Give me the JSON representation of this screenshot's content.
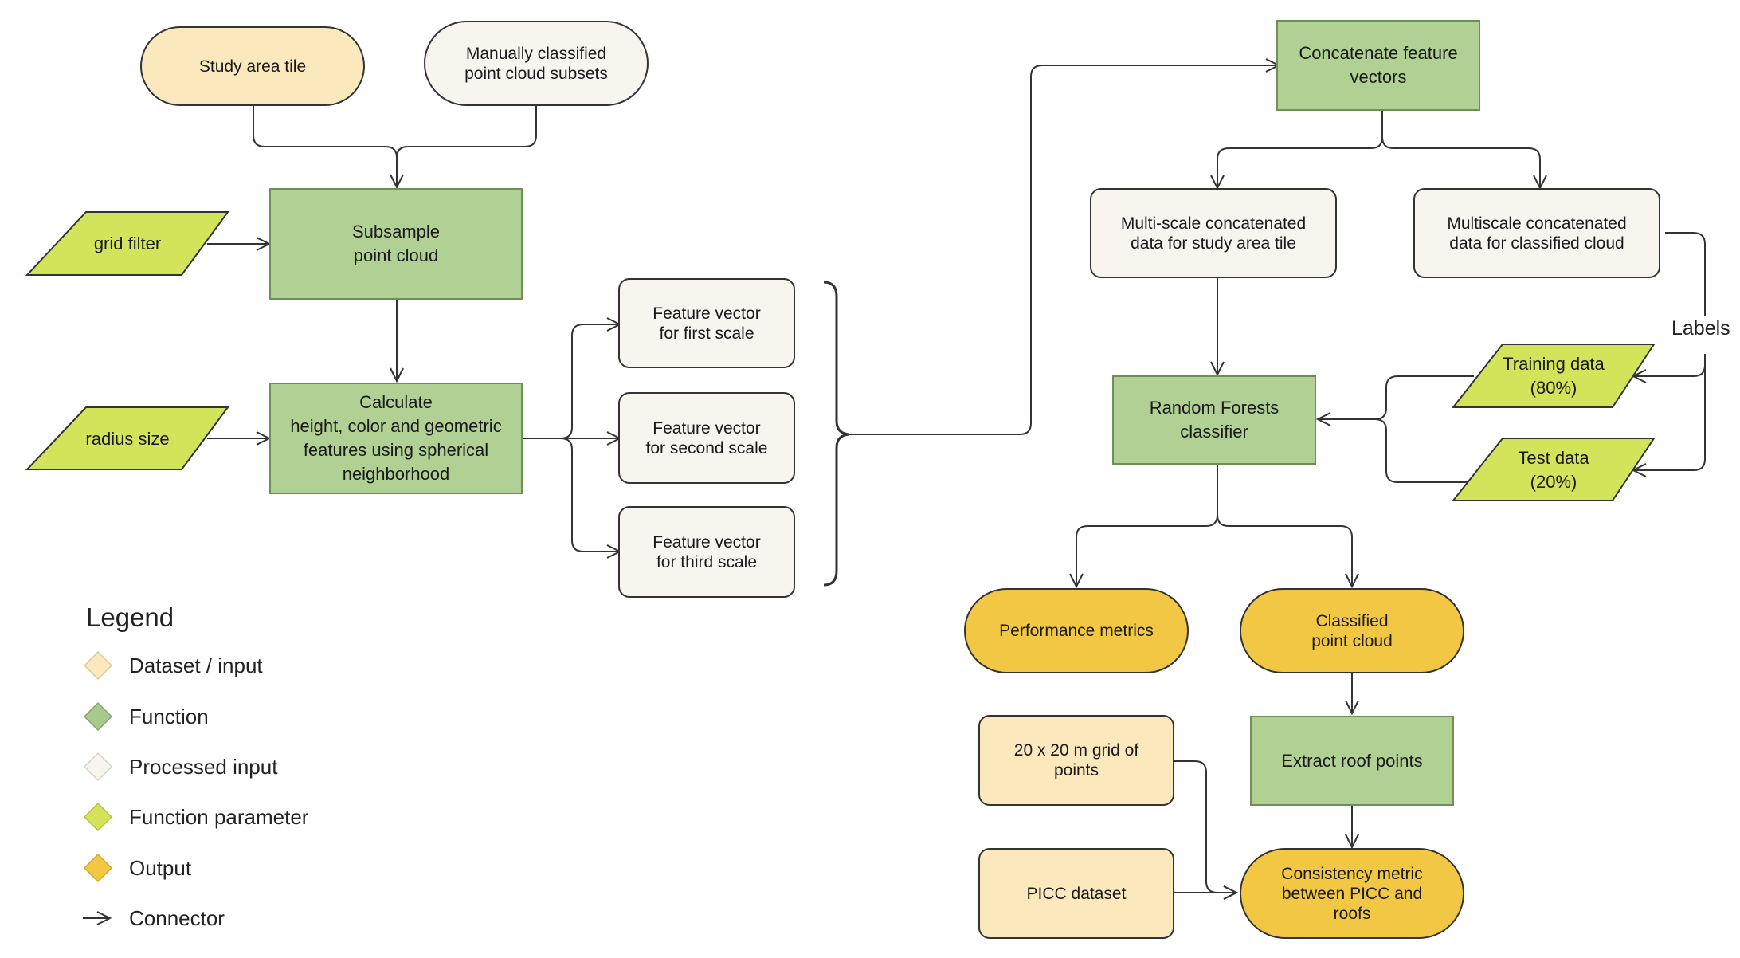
{
  "nodes": {
    "study_area_tile": "Study area tile",
    "manually_classified": "Manually classified\npoint cloud subsets",
    "subsample": "Subsample\npoint cloud",
    "calculate": "Calculate\nheight, color and geometric\nfeatures using spherical\nneighborhood",
    "fv_first": "Feature vector\nfor first scale",
    "fv_second": "Feature vector\nfor second scale",
    "fv_third": "Feature vector\nfor third scale",
    "concatenate": "Concatenate feature\nvectors",
    "multi_study": "Multi-scale concatenated\ndata for study area tile",
    "multi_classified": "Multiscale concatenated\ndata for classified cloud",
    "random_forests": "Random Forests\nclassifier",
    "performance": "Performance metrics",
    "classified_cloud": "Classified\npoint cloud",
    "extract_roof": "Extract roof points",
    "grid_points": "20 x 20 m grid of\npoints",
    "picc_dataset": "PICC dataset",
    "consistency": "Consistency metric\nbetween PICC and\nroofs"
  },
  "parameters": {
    "grid_filter": "grid filter",
    "radius_size": "radius size",
    "training_data": "Training data\n(80%)",
    "test_data": "Test data\n(20%)"
  },
  "edge_labels": {
    "labels": "Labels"
  },
  "legend": {
    "title": "Legend",
    "items": [
      {
        "label": "Dataset / input",
        "color": "#fbe8bd"
      },
      {
        "label": "Function",
        "color": "#a9c98f"
      },
      {
        "label": "Processed input",
        "color": "#f8f5ee"
      },
      {
        "label": "Function parameter",
        "color": "#d4e45a"
      },
      {
        "label": "Output",
        "color": "#f1c744"
      },
      {
        "label": "Connector",
        "color": "#333333"
      }
    ]
  },
  "colors": {
    "dataset": "#fbe8bd",
    "function": "#b0d094",
    "processed": "#f8f5ee",
    "parameter": "#d4e45a",
    "output": "#f1c744",
    "connector": "#333333"
  }
}
